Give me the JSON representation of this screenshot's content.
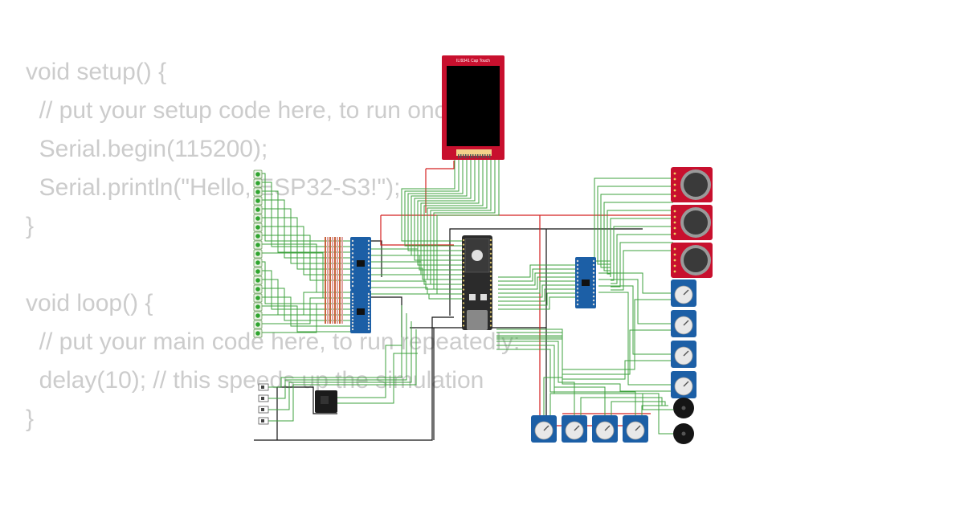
{
  "code": {
    "lines": [
      "void setup() {",
      "  // put your setup code here, to run once:",
      "  Serial.begin(115200);",
      "  Serial.println(\"Hello, ESP32-S3!\");",
      "}",
      "",
      "void loop() {",
      "  // put your main code here, to run repeatedly:",
      "  delay(10); // this speeds up the simulation",
      "}"
    ]
  },
  "display": {
    "label": "ILI9341 Cap Touch"
  },
  "components": {
    "joysticks": 3,
    "potentiometers_right": 4,
    "potentiometers_bottom": 4,
    "buzzers": 2,
    "multiplexers": 3,
    "pushbuttons": 19,
    "slide_switches": 4
  },
  "colors": {
    "wire_green": "#3da23d",
    "wire_red": "#d42020",
    "wire_black": "#111111",
    "pcb_red": "#c8102e",
    "pcb_blue": "#1c5fa6",
    "mcu_board": "#2b2b2b",
    "code_text": "#cccccc"
  }
}
